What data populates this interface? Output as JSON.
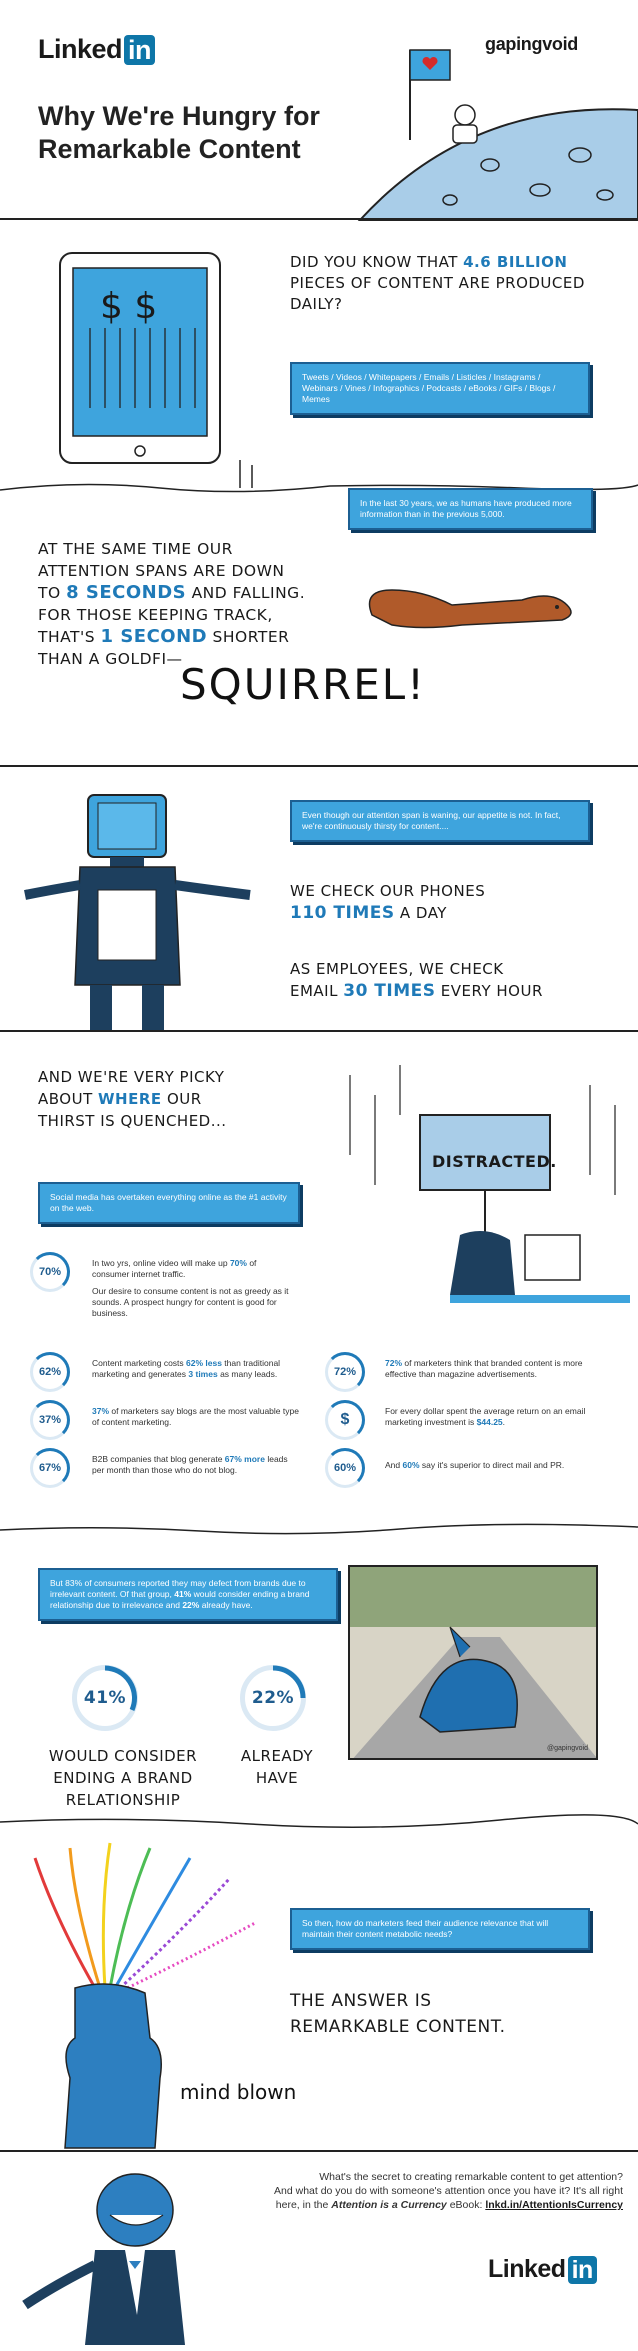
{
  "header": {
    "linkedin_logo": "Linked",
    "linkedin_in": "in",
    "gapingvoid_logo": "gapingvoid",
    "title_line1": "Why We're Hungry for",
    "title_line2": "Remarkable Content"
  },
  "section1": {
    "headline_pre": "Did you know that ",
    "headline_num": "4.6 billion",
    "headline_post": "pieces of content are produced daily?",
    "content_types": "Tweets / Videos / Whitepapers / Emails / Listicles / Instagrams / Webinars / Vines / Infographics / Podcasts / eBooks / GIFs / Blogs / Memes",
    "history_fact": "In the last 30 years, we as humans have produced more information than in the previous 5,000."
  },
  "section2": {
    "line1": "At the same time our",
    "line2": "attention spans are down",
    "line3_pre": "to ",
    "line3_num": "8 seconds",
    "line3_post": " and falling.",
    "line4": "For those keeping track,",
    "line5_pre": "that's ",
    "line5_num": "1 second",
    "line5_post": " shorter",
    "line6": "than a goldfi—",
    "squirrel": "SQUIRREL!"
  },
  "section3": {
    "appetite_fact": "Even though our attention span is waning, our appetite is not. In fact, we're continuously thirsty for content....",
    "phones_pre": "We check our phones",
    "phones_num": "110 times",
    "phones_post": " a day",
    "email_pre": "As employees, we check",
    "email_mid": "email ",
    "email_num": "30 times",
    "email_post": " every hour"
  },
  "section4": {
    "picky_line1": "And we're very picky",
    "picky_line2_pre": "about ",
    "picky_where": "where",
    "picky_line2_post": " our",
    "picky_line3": "thirst is quenched...",
    "distracted": "DISTRACTED.",
    "social_fact": "Social media has overtaken everything online as the #1 activity on the web.",
    "stats": [
      {
        "pct": "70%",
        "text_a": "In two yrs, online video will make up ",
        "bold": "70%",
        "text_b": " of consumer internet traffic.",
        "extra": "Our desire to consume content is not as greedy as it sounds. A prospect hungry for content is good for business."
      },
      {
        "pct": "62%",
        "text_a": "Content marketing costs ",
        "bold": "62% less",
        "text_b": " than traditional marketing and generates ",
        "bold2": "3 times",
        "text_c": " as many leads."
      },
      {
        "pct": "72%",
        "text_a": "",
        "bold": "72%",
        "text_b": " of marketers think that branded content is more effective than magazine advertisements."
      },
      {
        "pct": "37%",
        "text_a": "",
        "bold": "37%",
        "text_b": " of marketers say blogs are the most valuable type of content marketing."
      },
      {
        "pct": "$",
        "text_a": "For every dollar spent the average return on an email marketing investment is ",
        "bold": "$44.25",
        "text_b": "."
      },
      {
        "pct": "67%",
        "text_a": "B2B companies that blog generate ",
        "bold": "67% more",
        "text_b": " leads per month than those who do not blog."
      },
      {
        "pct": "60%",
        "text_a": "And ",
        "bold": "60%",
        "text_b": " say it's superior to direct mail and PR."
      }
    ]
  },
  "section5": {
    "defect_a": "But 83% of consumers reported they may defect from brands due to irrelevant content. Of that group, ",
    "defect_b1": "41%",
    "defect_c": " would consider ending a brand relationship due to irrelevance and ",
    "defect_b2": "22%",
    "defect_d": " already have.",
    "ring1": "41%",
    "ring2": "22%",
    "caption1_l1": "Would consider",
    "caption1_l2": "ending a brand",
    "caption1_l3": "relationship",
    "caption2_l1": "Already",
    "caption2_l2": "have",
    "cartoon_signature": "@gapingvoid"
  },
  "section6": {
    "question": "So then, how do marketers feed their audience relevance that will maintain their content metabolic needs?",
    "answer_l1": "The answer is",
    "answer_l2": "remarkable content.",
    "mind_blown": "mind blown"
  },
  "footer": {
    "line1": "What's the secret to creating remarkable content to get attention?",
    "line2": "And what do you do with someone's attention once you have it? It's all right",
    "line3_pre": "here, in the ",
    "ebook": "Attention is a Currency",
    "line3_mid": " eBook: ",
    "link": "lnkd.in/AttentionIsCurrency",
    "linkedin_logo": "Linked",
    "linkedin_in": "in"
  },
  "colors": {
    "accent": "#1f7ab8",
    "box": "#3ea4dd",
    "dark": "#1d3f5e"
  }
}
